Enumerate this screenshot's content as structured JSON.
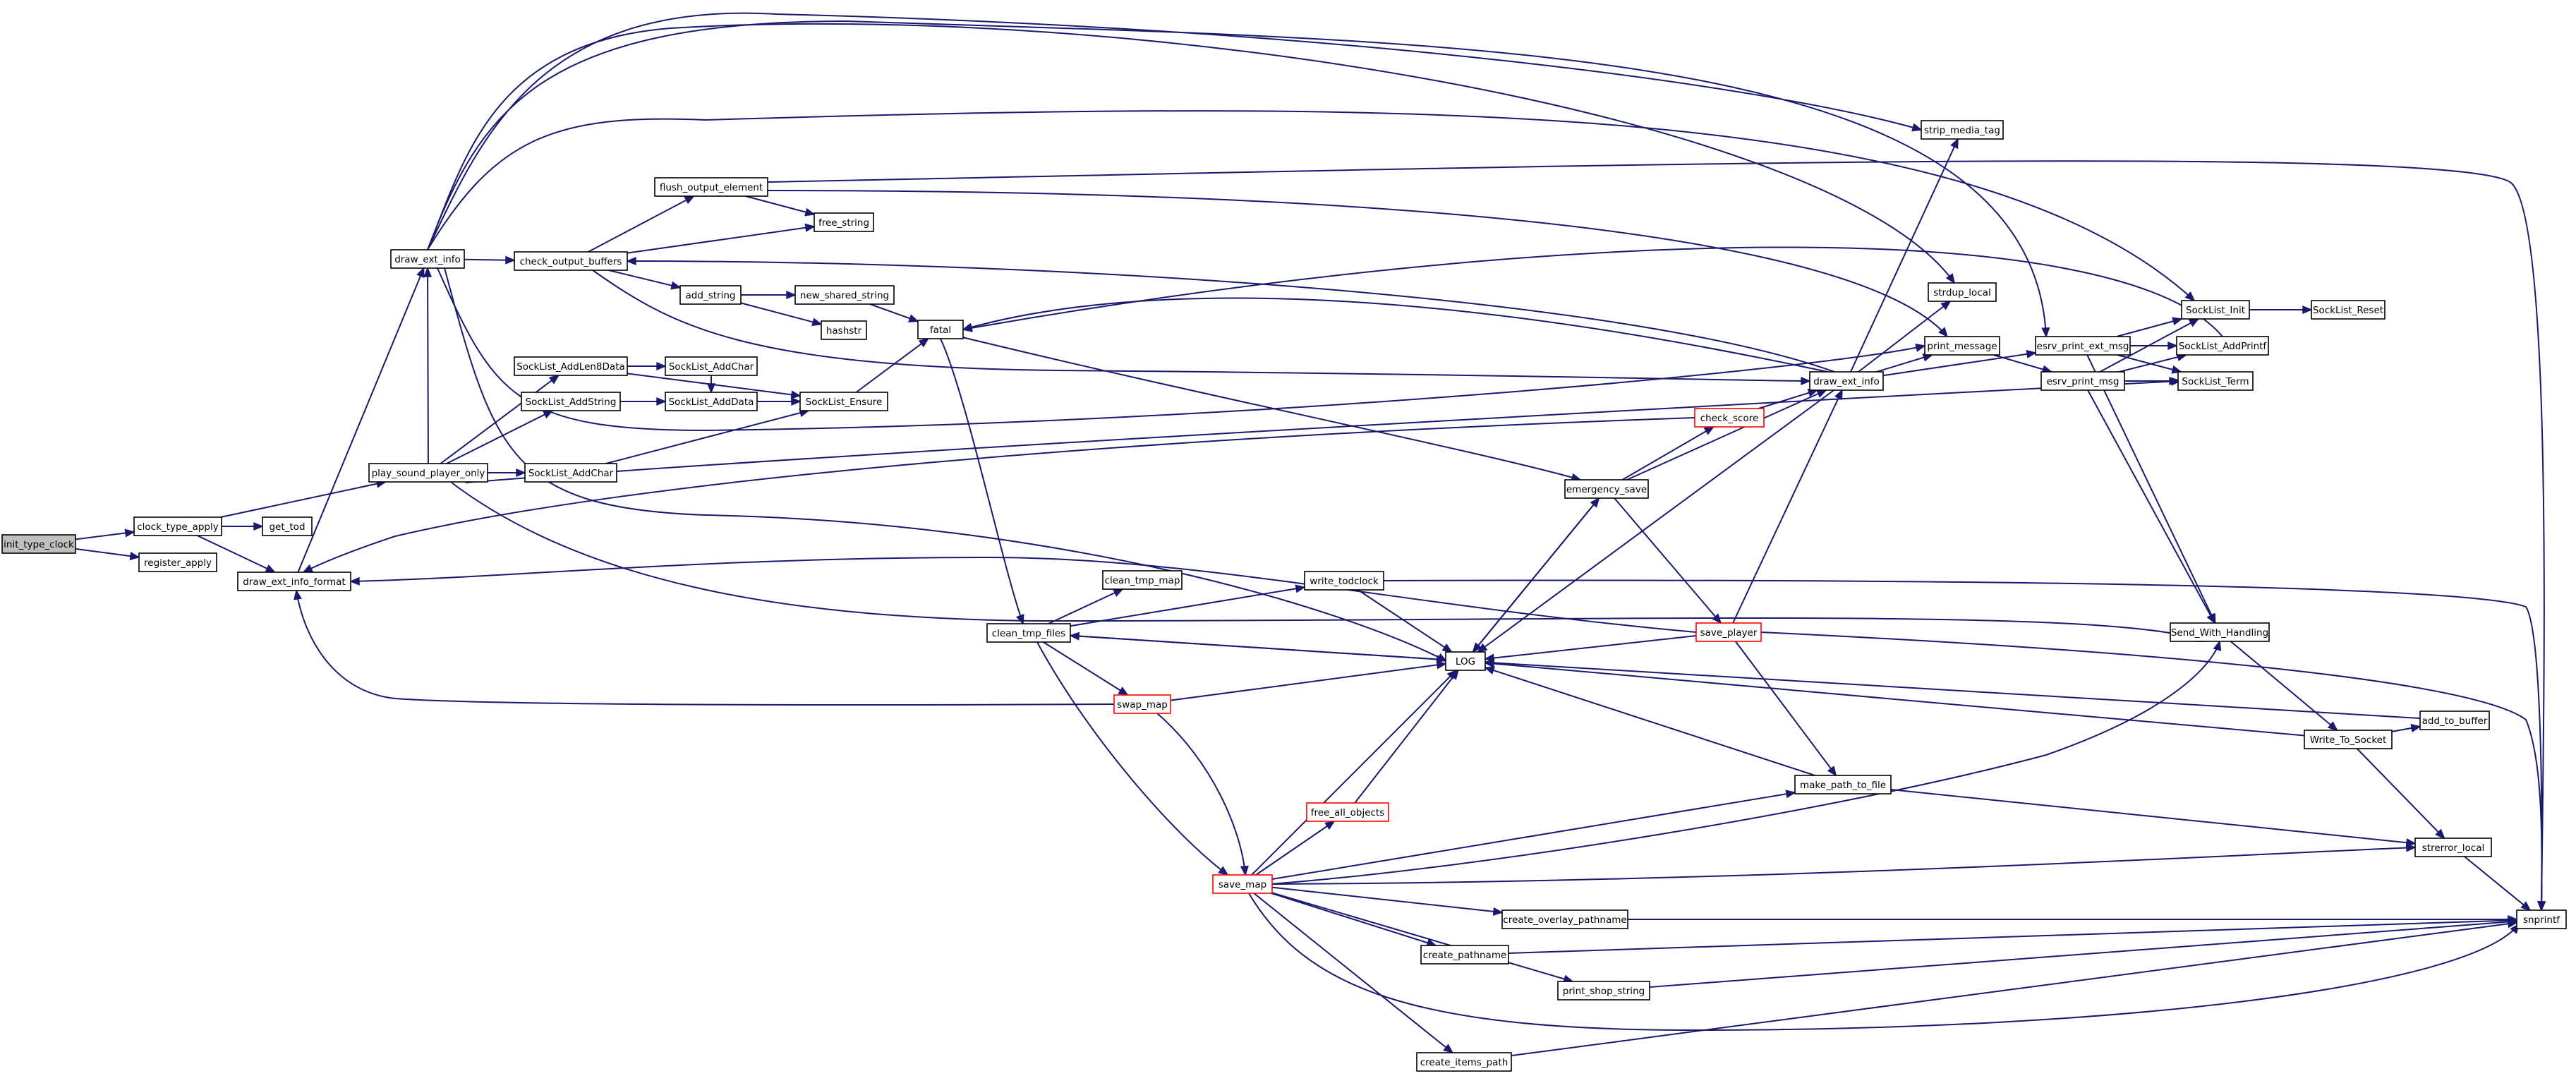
{
  "graph": {
    "title": "init_type_clock call graph",
    "colors": {
      "edge": "#191970",
      "node_border": "#000000",
      "highlight_border": "#ff0000",
      "root_fill": "#bfbfbf",
      "node_fill": "#ffffff"
    },
    "nodes": [
      {
        "id": "init_type_clock",
        "label": "init_type_clock",
        "style": "root"
      },
      {
        "id": "clock_type_apply",
        "label": "clock_type_apply"
      },
      {
        "id": "register_apply",
        "label": "register_apply"
      },
      {
        "id": "get_tod",
        "label": "get_tod"
      },
      {
        "id": "draw_ext_info_format",
        "label": "draw_ext_info_format"
      },
      {
        "id": "draw_ext_info_left",
        "label": "draw_ext_info"
      },
      {
        "id": "check_output_buffers",
        "label": "check_output_buffers"
      },
      {
        "id": "flush_output_element",
        "label": "flush_output_element"
      },
      {
        "id": "free_string",
        "label": "free_string"
      },
      {
        "id": "add_string",
        "label": "add_string"
      },
      {
        "id": "new_shared_string",
        "label": "new_shared_string"
      },
      {
        "id": "hashstr",
        "label": "hashstr"
      },
      {
        "id": "fatal",
        "label": "fatal"
      },
      {
        "id": "SockList_AddLen8Data",
        "label": "SockList_AddLen8Data"
      },
      {
        "id": "SockList_AddChar_top",
        "label": "SockList_AddChar"
      },
      {
        "id": "SockList_AddString",
        "label": "SockList_AddString"
      },
      {
        "id": "SockList_AddData",
        "label": "SockList_AddData"
      },
      {
        "id": "SockList_Ensure",
        "label": "SockList_Ensure"
      },
      {
        "id": "play_sound_player_only",
        "label": "play_sound_player_only"
      },
      {
        "id": "SockList_AddChar_bottom",
        "label": "SockList_AddChar"
      },
      {
        "id": "clean_tmp_map",
        "label": "clean_tmp_map"
      },
      {
        "id": "write_todclock",
        "label": "write_todclock"
      },
      {
        "id": "clean_tmp_files",
        "label": "clean_tmp_files"
      },
      {
        "id": "swap_map",
        "label": "swap_map",
        "style": "red"
      },
      {
        "id": "LOG",
        "label": "LOG"
      },
      {
        "id": "free_all_objects",
        "label": "free_all_objects",
        "style": "red"
      },
      {
        "id": "save_map",
        "label": "save_map",
        "style": "red"
      },
      {
        "id": "create_overlay_pathname",
        "label": "create_overlay_pathname"
      },
      {
        "id": "create_pathname",
        "label": "create_pathname"
      },
      {
        "id": "print_shop_string",
        "label": "print_shop_string"
      },
      {
        "id": "create_items_path",
        "label": "create_items_path"
      },
      {
        "id": "emergency_save",
        "label": "emergency_save"
      },
      {
        "id": "check_score",
        "label": "check_score",
        "style": "red"
      },
      {
        "id": "save_player",
        "label": "save_player",
        "style": "red"
      },
      {
        "id": "make_path_to_file",
        "label": "make_path_to_file"
      },
      {
        "id": "draw_ext_info_mid",
        "label": "draw_ext_info"
      },
      {
        "id": "strip_media_tag",
        "label": "strip_media_tag"
      },
      {
        "id": "strdup_local",
        "label": "strdup_local"
      },
      {
        "id": "print_message",
        "label": "print_message"
      },
      {
        "id": "esrv_print_ext_msg",
        "label": "esrv_print_ext_msg"
      },
      {
        "id": "esrv_print_msg",
        "label": "esrv_print_msg"
      },
      {
        "id": "SockList_Init",
        "label": "SockList_Init"
      },
      {
        "id": "SockList_Reset",
        "label": "SockList_Reset"
      },
      {
        "id": "SockList_AddPrintf",
        "label": "SockList_AddPrintf"
      },
      {
        "id": "SockList_Term",
        "label": "SockList_Term"
      },
      {
        "id": "Send_With_Handling",
        "label": "Send_With_Handling"
      },
      {
        "id": "Write_To_Socket",
        "label": "Write_To_Socket"
      },
      {
        "id": "add_to_buffer",
        "label": "add_to_buffer"
      },
      {
        "id": "strerror_local",
        "label": "strerror_local"
      },
      {
        "id": "snprintf",
        "label": "snprintf"
      }
    ]
  }
}
